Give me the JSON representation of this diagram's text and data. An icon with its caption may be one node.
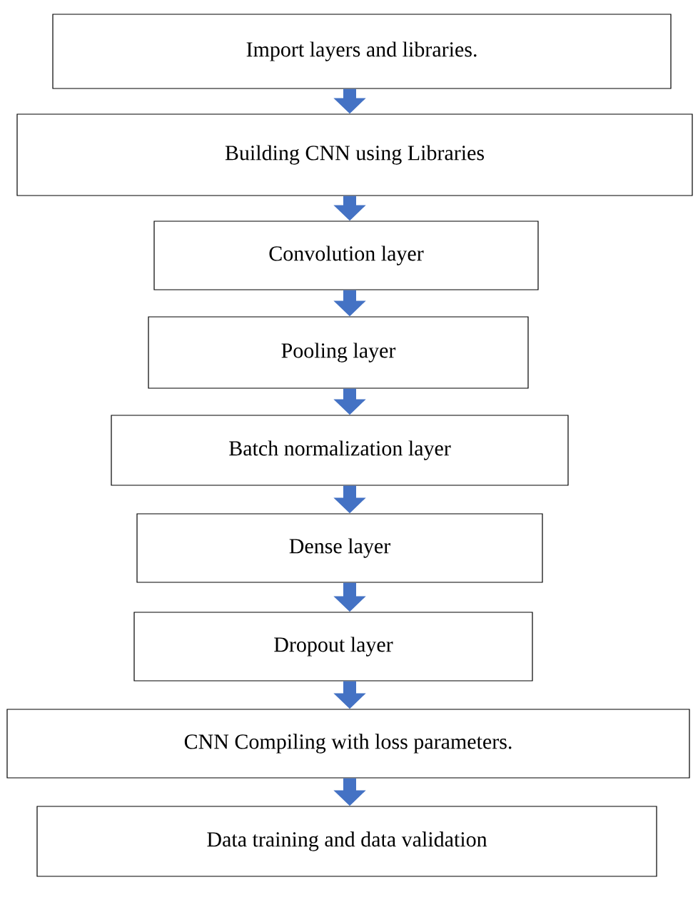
{
  "diagram": {
    "nodes": [
      {
        "text": [
          "Import layers and libraries."
        ]
      },
      {
        "text": [
          "Building CNN using Libraries"
        ]
      },
      {
        "text": [
          "Convolution layer"
        ]
      },
      {
        "text": [
          "Pooling layer"
        ]
      },
      {
        "text": [
          "Batch normalization layer"
        ]
      },
      {
        "text": [
          "Dense layer"
        ]
      },
      {
        "text": [
          "Dropout layer"
        ]
      },
      {
        "text": [
          "CNN Compiling with loss parameters."
        ]
      },
      {
        "text": [
          "Data training and data validation"
        ]
      }
    ],
    "edges": [
      {
        "from": 0,
        "to": 1,
        "arrow": "to"
      },
      {
        "from": 1,
        "to": 2,
        "arrow": "to"
      },
      {
        "from": 2,
        "to": 3,
        "arrow": "to"
      },
      {
        "from": 3,
        "to": 4,
        "arrow": "to"
      },
      {
        "from": 4,
        "to": 5,
        "arrow": "to"
      },
      {
        "from": 5,
        "to": 6,
        "arrow": "to"
      },
      {
        "from": 6,
        "to": 7,
        "arrow": "to"
      },
      {
        "from": 7,
        "to": 8,
        "arrow": "to"
      }
    ]
  }
}
